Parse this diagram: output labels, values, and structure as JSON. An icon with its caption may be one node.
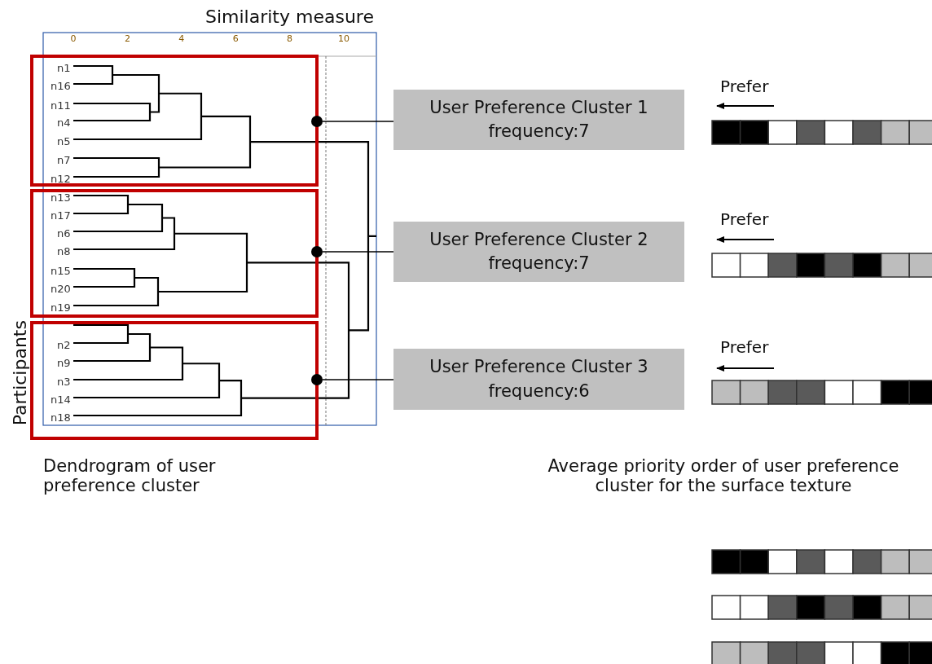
{
  "diagram": {
    "nodes": [
      {
        "text": [],
        "shape": "circle"
      },
      {
        "text": [
          "User Preference Cluster 1",
          "frequency:7"
        ]
      },
      {
        "text": [],
        "shape": "circle"
      },
      {
        "text": [
          "User Preference Cluster 2",
          "frequency:7"
        ]
      },
      {
        "text": [],
        "shape": "circle"
      },
      {
        "text": [
          "User Preference Cluster 3",
          "frequency:6"
        ]
      }
    ],
    "edges": [
      {
        "from": 0,
        "to": 1,
        "arrow": "none"
      },
      {
        "from": 2,
        "to": 3,
        "arrow": "none"
      },
      {
        "from": 4,
        "to": 5,
        "arrow": "none"
      }
    ],
    "labels": [
      "Similarity measure",
      "0",
      "2",
      "4",
      "6",
      "8",
      "10",
      "n1",
      "n16",
      "n11",
      "n4",
      "n5",
      "n7",
      "n12",
      "n13",
      "n17",
      "n6",
      "n8",
      "n15",
      "n20",
      "n19",
      "n2",
      "n9",
      "n3",
      "n14",
      "n18",
      "Participants",
      "Prefer",
      "Prefer",
      "Prefer",
      "Dendrogram of user preference cluster",
      "Average priority order of user preference cluster for the surface texture"
    ]
  }
}
